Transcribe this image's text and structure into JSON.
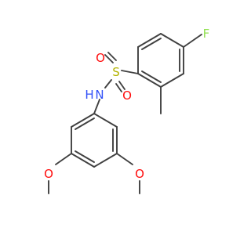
{
  "molecule": {
    "atoms": {
      "fluorine": "F",
      "oxygen_sulfonyl_top": "O",
      "oxygen_sulfonyl_bottom": "O",
      "sulfur": "S",
      "nitrogen": "N",
      "hydrogen_on_nitrogen": "H",
      "oxygen_methoxy_left": "O",
      "oxygen_methoxy_right": "O"
    },
    "colors": {
      "bond": "#404040",
      "fluorine": "#90e050",
      "oxygen": "#ff0d0d",
      "sulfur": "#b2b200",
      "nitrogen": "#3050f8"
    }
  }
}
